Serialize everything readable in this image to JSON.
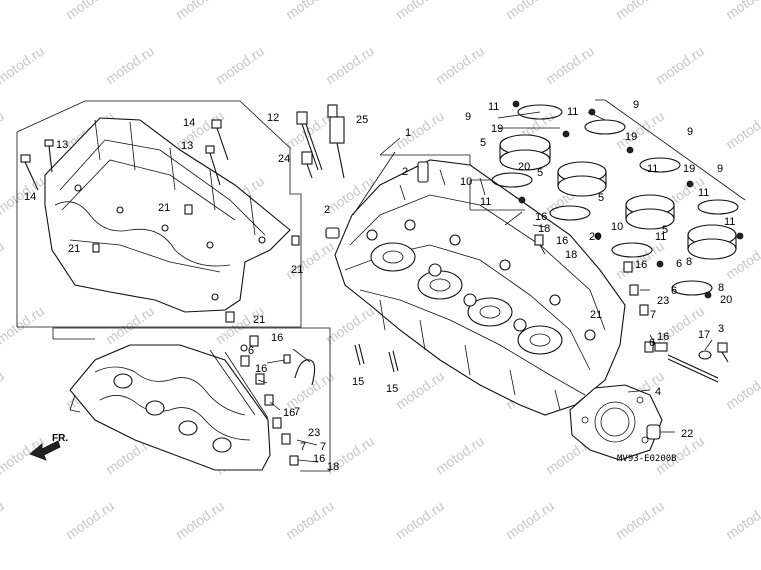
{
  "watermark": "motod.ru",
  "drawing_code": "MV93-E0200B",
  "direction_label": "FR.",
  "callouts": [
    "1",
    "2",
    "2",
    "3",
    "4",
    "5",
    "5",
    "5",
    "5",
    "6",
    "6",
    "6",
    "6",
    "7",
    "7",
    "7",
    "7",
    "8",
    "8",
    "9",
    "9",
    "9",
    "9",
    "10",
    "10",
    "11",
    "11",
    "11",
    "11",
    "11",
    "11",
    "11",
    "12",
    "13",
    "13",
    "14",
    "14",
    "15",
    "15",
    "16",
    "16",
    "16",
    "16",
    "16",
    "16",
    "16",
    "16",
    "17",
    "18",
    "18",
    "18",
    "19",
    "19",
    "19",
    "20",
    "20",
    "20",
    "21",
    "21",
    "21",
    "21",
    "21",
    "22",
    "23",
    "23",
    "24",
    "25"
  ],
  "colors": {
    "line": "#111111",
    "watermark": "#c8c8c8",
    "background": "#ffffff"
  }
}
